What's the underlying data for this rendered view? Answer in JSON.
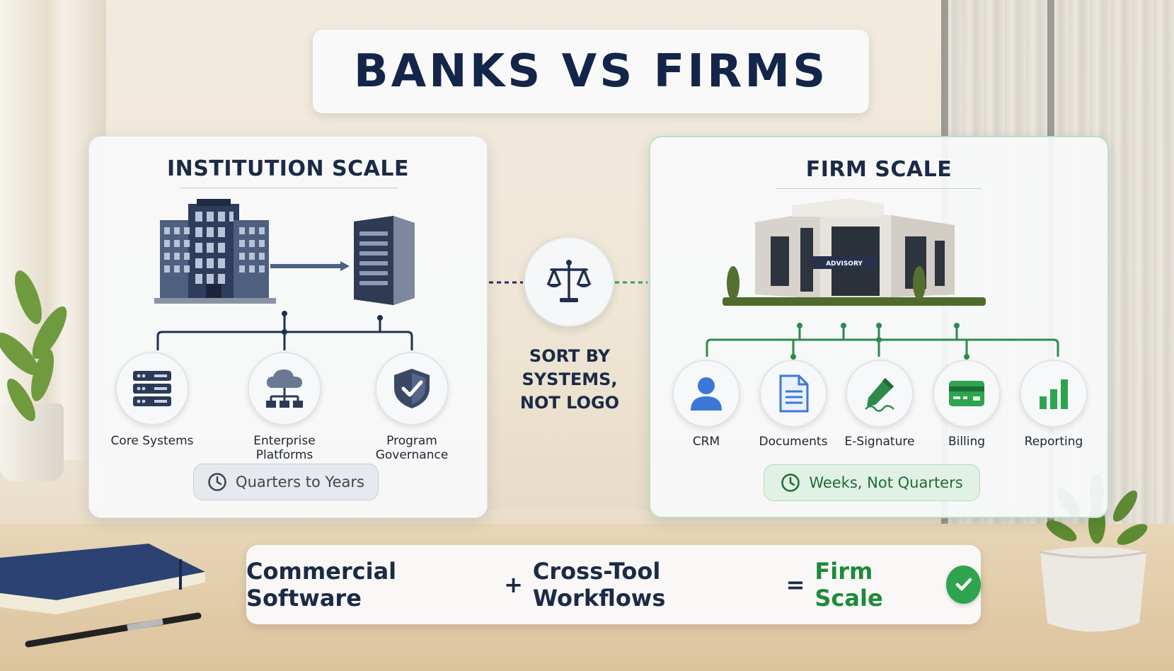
{
  "title": "BANKS VS FIRMS",
  "left_panel": {
    "heading": "INSTITUTION SCALE",
    "nodes": [
      {
        "label": "Core Systems",
        "icon": "server-rack-icon"
      },
      {
        "label": "Enterprise Platforms",
        "icon": "cloud-network-icon"
      },
      {
        "label": "Program Governance",
        "icon": "shield-check-icon"
      }
    ],
    "timeline": "Quarters to Years"
  },
  "middle": {
    "icon": "balance-scale-icon",
    "text_lines": [
      "SORT BY",
      "SYSTEMS,",
      "NOT LOGO"
    ]
  },
  "right_panel": {
    "heading": "FIRM SCALE",
    "building_sign": "ADVISORY",
    "nodes": [
      {
        "label": "CRM",
        "icon": "user-icon"
      },
      {
        "label": "Documents",
        "icon": "document-icon"
      },
      {
        "label": "E-Signature",
        "icon": "pen-signature-icon"
      },
      {
        "label": "Billing",
        "icon": "credit-card-icon"
      },
      {
        "label": "Reporting",
        "icon": "bar-chart-icon"
      }
    ],
    "timeline": "Weeks, Not Quarters"
  },
  "banner": {
    "part1": "Commercial Software",
    "op1": "+",
    "part2": "Cross-Tool Workflows",
    "op2": "=",
    "result": "Firm Scale"
  },
  "colors": {
    "navy": "#14254a",
    "green": "#2ea44f",
    "icon_blue": "#3b78d8"
  }
}
